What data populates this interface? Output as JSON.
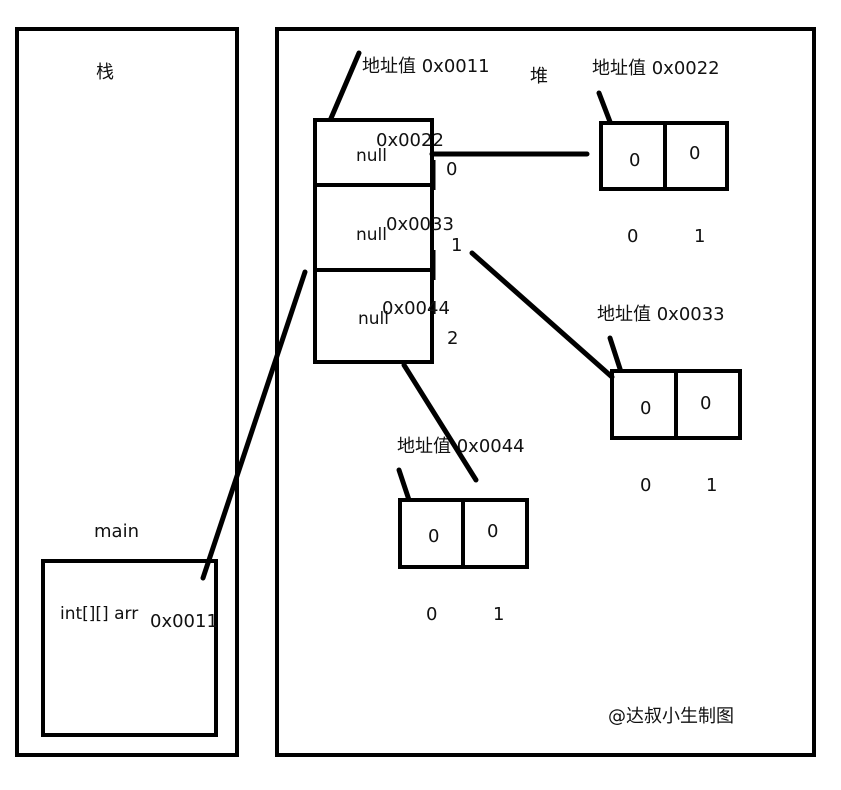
{
  "stack": {
    "title": "栈",
    "frame_label": "main",
    "var_name": "int[][] arr",
    "var_value": "0x0011"
  },
  "heap": {
    "title": "堆",
    "outer_array": {
      "address_label": "地址值 0x0011",
      "cells": [
        {
          "old": "null",
          "value": "0x0022",
          "index": "0"
        },
        {
          "old": "null",
          "value": "0x0033",
          "index": "1"
        },
        {
          "old": "null",
          "value": "0x0044",
          "index": "2"
        }
      ]
    },
    "inner_arrays": [
      {
        "address_label": "地址值 0x0022",
        "values": [
          "0",
          "0"
        ],
        "indices": [
          "0",
          "1"
        ]
      },
      {
        "address_label": "地址值 0x0033",
        "values": [
          "0",
          "0"
        ],
        "indices": [
          "0",
          "1"
        ]
      },
      {
        "address_label": "地址值 0x0044",
        "values": [
          "0",
          "0"
        ],
        "indices": [
          "0",
          "1"
        ]
      }
    ],
    "watermark": "@达叔小生制图"
  }
}
